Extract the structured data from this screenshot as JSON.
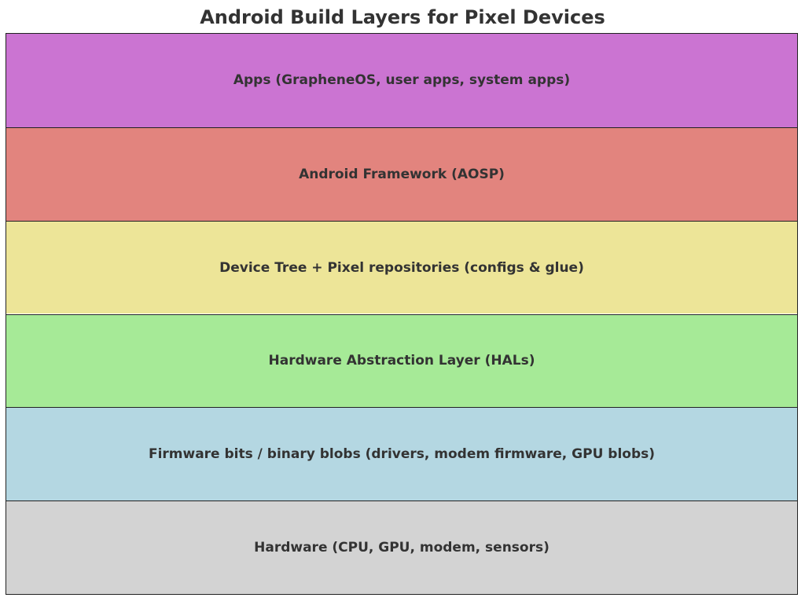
{
  "title": "Android Build Layers for Pixel Devices",
  "layers": [
    {
      "label": "Apps (GrapheneOS, user apps, system apps)",
      "color": "#CB74D2"
    },
    {
      "label": "Android Framework (AOSP)",
      "color": "#E2847E"
    },
    {
      "label": "Device Tree + Pixel repositories (configs & glue)",
      "color": "#EDE598"
    },
    {
      "label": "Hardware Abstraction Layer (HALs)",
      "color": "#A6EA97"
    },
    {
      "label": "Firmware bits / binary blobs (drivers, modem firmware, GPU blobs)",
      "color": "#B4D7E2"
    },
    {
      "label": "Hardware (CPU, GPU, modem, sensors)",
      "color": "#D3D3D3"
    }
  ]
}
